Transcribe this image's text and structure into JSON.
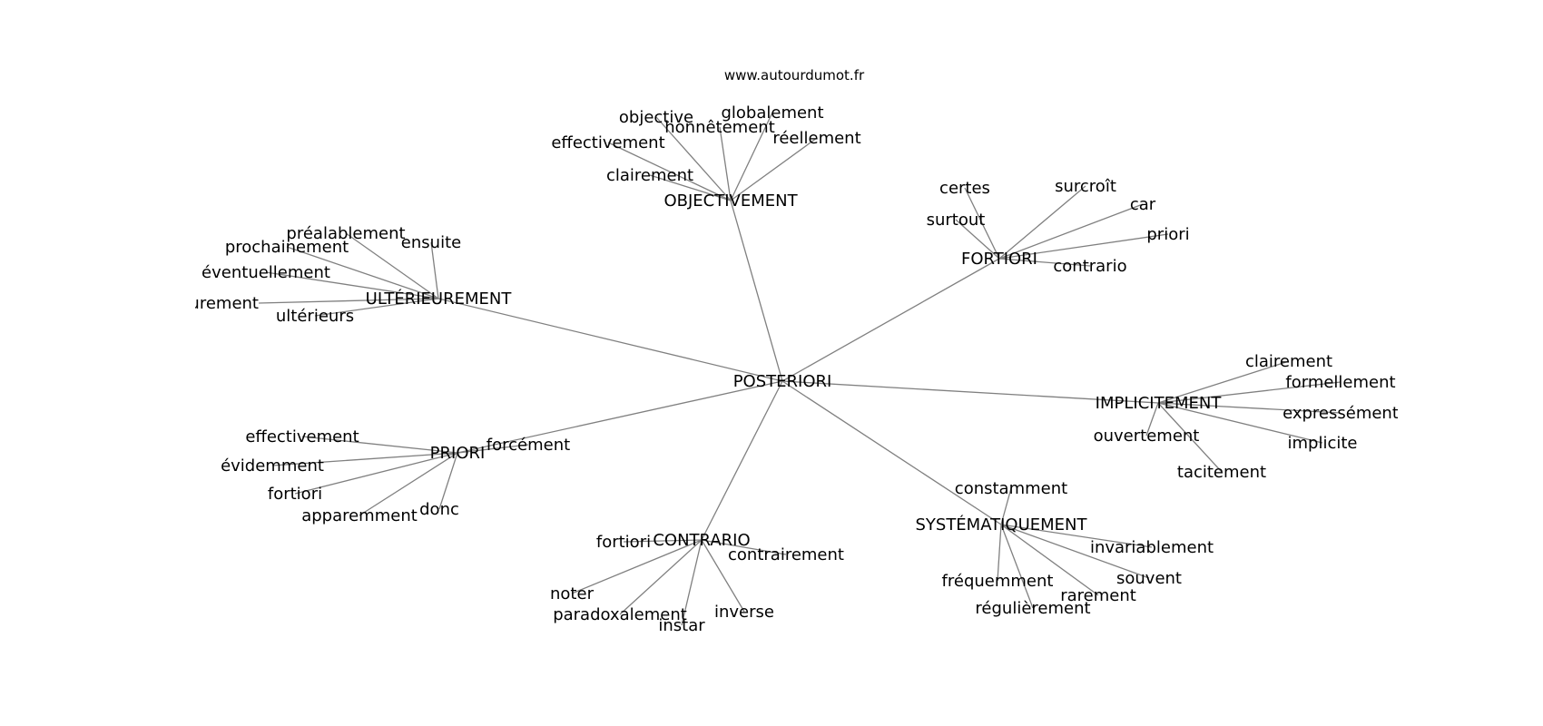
{
  "watermark": "www.autourdumot.fr",
  "graph": {
    "center": "POSTERIORI",
    "nodes": [
      {
        "id": "POSTERIORI",
        "label": "POSTERIORI"
      },
      {
        "id": "OBJECTIVEMENT",
        "label": "OBJECTIVEMENT"
      },
      {
        "id": "FORTIORI",
        "label": "FORTIORI"
      },
      {
        "id": "ULTERIEUREMENT",
        "label": "ULTÉRIEUREMENT"
      },
      {
        "id": "IMPLICITEMENT",
        "label": "IMPLICITEMENT"
      },
      {
        "id": "PRIORI",
        "label": "PRIORI"
      },
      {
        "id": "CONTRARIO",
        "label": "CONTRARIO"
      },
      {
        "id": "SYSTEMATIQUEMENT",
        "label": "SYSTÉMATIQUEMENT"
      },
      {
        "id": "obj_objective",
        "label": "objective"
      },
      {
        "id": "obj_honnetement",
        "label": "honnêtement"
      },
      {
        "id": "obj_globalement",
        "label": "globalement"
      },
      {
        "id": "obj_reellement",
        "label": "réellement"
      },
      {
        "id": "obj_effectivement",
        "label": "effectivement"
      },
      {
        "id": "obj_clairement",
        "label": "clairement"
      },
      {
        "id": "for_certes",
        "label": "certes"
      },
      {
        "id": "for_surcroit",
        "label": "surcroît"
      },
      {
        "id": "for_car",
        "label": "car"
      },
      {
        "id": "for_surtout",
        "label": "surtout"
      },
      {
        "id": "for_priori",
        "label": "priori"
      },
      {
        "id": "for_contrario",
        "label": "contrario"
      },
      {
        "id": "ult_prealablement",
        "label": "préalablement"
      },
      {
        "id": "ult_prochainement",
        "label": "prochainement"
      },
      {
        "id": "ult_ensuite",
        "label": "ensuite"
      },
      {
        "id": "ult_eventuellement",
        "label": "éventuellement"
      },
      {
        "id": "ult_posterieurement",
        "label": "postérieurement"
      },
      {
        "id": "ult_ulterieurs",
        "label": "ultérieurs"
      },
      {
        "id": "imp_clairement",
        "label": "clairement"
      },
      {
        "id": "imp_formellement",
        "label": "formellement"
      },
      {
        "id": "imp_expressement",
        "label": "expressément"
      },
      {
        "id": "imp_implicite",
        "label": "implicite"
      },
      {
        "id": "imp_ouvertement",
        "label": "ouvertement"
      },
      {
        "id": "imp_tacitement",
        "label": "tacitement"
      },
      {
        "id": "pri_effectivement",
        "label": "effectivement"
      },
      {
        "id": "pri_evidemment",
        "label": "évidemment"
      },
      {
        "id": "pri_fortiori",
        "label": "fortiori"
      },
      {
        "id": "pri_apparemment",
        "label": "apparemment"
      },
      {
        "id": "pri_donc",
        "label": "donc"
      },
      {
        "id": "pri_forcement",
        "label": "forcément"
      },
      {
        "id": "con_fortiori",
        "label": "fortiori"
      },
      {
        "id": "con_contrairement",
        "label": "contrairement"
      },
      {
        "id": "con_noter",
        "label": "noter"
      },
      {
        "id": "con_paradoxalement",
        "label": "paradoxalement"
      },
      {
        "id": "con_instar",
        "label": "instar"
      },
      {
        "id": "con_inverse",
        "label": "inverse"
      },
      {
        "id": "sys_constamment",
        "label": "constamment"
      },
      {
        "id": "sys_invariablement",
        "label": "invariablement"
      },
      {
        "id": "sys_souvent",
        "label": "souvent"
      },
      {
        "id": "sys_frequemment",
        "label": "fréquemment"
      },
      {
        "id": "sys_rarement",
        "label": "rarement"
      },
      {
        "id": "sys_regulierement",
        "label": "régulièrement"
      }
    ],
    "edges": [
      [
        "POSTERIORI",
        "OBJECTIVEMENT"
      ],
      [
        "POSTERIORI",
        "FORTIORI"
      ],
      [
        "POSTERIORI",
        "ULTERIEUREMENT"
      ],
      [
        "POSTERIORI",
        "IMPLICITEMENT"
      ],
      [
        "POSTERIORI",
        "PRIORI"
      ],
      [
        "POSTERIORI",
        "CONTRARIO"
      ],
      [
        "POSTERIORI",
        "SYSTEMATIQUEMENT"
      ],
      [
        "OBJECTIVEMENT",
        "obj_objective"
      ],
      [
        "OBJECTIVEMENT",
        "obj_honnetement"
      ],
      [
        "OBJECTIVEMENT",
        "obj_globalement"
      ],
      [
        "OBJECTIVEMENT",
        "obj_reellement"
      ],
      [
        "OBJECTIVEMENT",
        "obj_effectivement"
      ],
      [
        "OBJECTIVEMENT",
        "obj_clairement"
      ],
      [
        "FORTIORI",
        "for_certes"
      ],
      [
        "FORTIORI",
        "for_surcroit"
      ],
      [
        "FORTIORI",
        "for_car"
      ],
      [
        "FORTIORI",
        "for_surtout"
      ],
      [
        "FORTIORI",
        "for_priori"
      ],
      [
        "FORTIORI",
        "for_contrario"
      ],
      [
        "ULTERIEUREMENT",
        "ult_prealablement"
      ],
      [
        "ULTERIEUREMENT",
        "ult_prochainement"
      ],
      [
        "ULTERIEUREMENT",
        "ult_ensuite"
      ],
      [
        "ULTERIEUREMENT",
        "ult_eventuellement"
      ],
      [
        "ULTERIEUREMENT",
        "ult_posterieurement"
      ],
      [
        "ULTERIEUREMENT",
        "ult_ulterieurs"
      ],
      [
        "IMPLICITEMENT",
        "imp_clairement"
      ],
      [
        "IMPLICITEMENT",
        "imp_formellement"
      ],
      [
        "IMPLICITEMENT",
        "imp_expressement"
      ],
      [
        "IMPLICITEMENT",
        "imp_implicite"
      ],
      [
        "IMPLICITEMENT",
        "imp_ouvertement"
      ],
      [
        "IMPLICITEMENT",
        "imp_tacitement"
      ],
      [
        "PRIORI",
        "pri_effectivement"
      ],
      [
        "PRIORI",
        "pri_evidemment"
      ],
      [
        "PRIORI",
        "pri_fortiori"
      ],
      [
        "PRIORI",
        "pri_apparemment"
      ],
      [
        "PRIORI",
        "pri_donc"
      ],
      [
        "PRIORI",
        "pri_forcement"
      ],
      [
        "CONTRARIO",
        "con_fortiori"
      ],
      [
        "CONTRARIO",
        "con_contrairement"
      ],
      [
        "CONTRARIO",
        "con_noter"
      ],
      [
        "CONTRARIO",
        "con_paradoxalement"
      ],
      [
        "CONTRARIO",
        "con_instar"
      ],
      [
        "CONTRARIO",
        "con_inverse"
      ],
      [
        "SYSTEMATIQUEMENT",
        "sys_constamment"
      ],
      [
        "SYSTEMATIQUEMENT",
        "sys_invariablement"
      ],
      [
        "SYSTEMATIQUEMENT",
        "sys_souvent"
      ],
      [
        "SYSTEMATIQUEMENT",
        "sys_frequemment"
      ],
      [
        "SYSTEMATIQUEMENT",
        "sys_rarement"
      ],
      [
        "SYSTEMATIQUEMENT",
        "sys_regulierement"
      ]
    ]
  }
}
